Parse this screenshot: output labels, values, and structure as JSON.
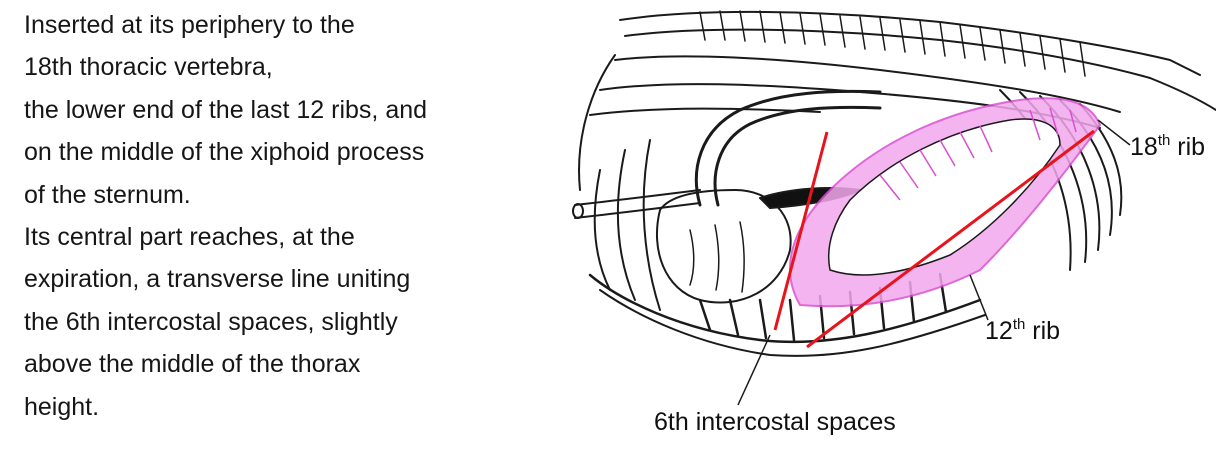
{
  "text": {
    "lines": [
      "Inserted at its periphery to the",
      "18th thoracic vertebra,",
      "the lower end of the last 12 ribs, and",
      "on the middle of the xiphoid process",
      "of the sternum.",
      "Its central part reaches, at the",
      "expiration, a transverse line uniting",
      "the 6th intercostal spaces, slightly",
      "above the middle of the thorax",
      "height."
    ]
  },
  "labels": {
    "rib18": {
      "number": "18",
      "suffix": "th",
      "word": "rib"
    },
    "rib12": {
      "number": "12",
      "suffix": "th",
      "word": "rib"
    },
    "intercostal": "6th intercostal spaces"
  },
  "colors": {
    "diaphragm": "#d94fd0",
    "diaphragm_light": "#f2a8ee",
    "guide_line": "#e8141b",
    "drawing": "#1a1a1a"
  }
}
